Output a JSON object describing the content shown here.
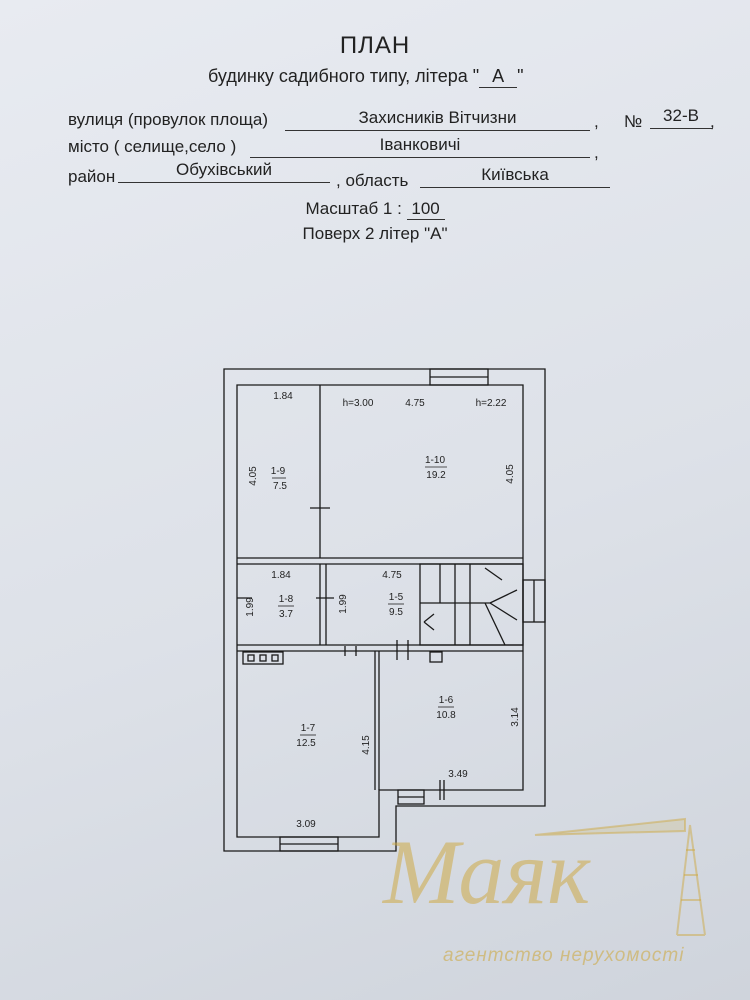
{
  "header": {
    "title": "ПЛАН",
    "subtitle_prefix": "будинку садибного типу,  літера \"",
    "litera": "А",
    "subtitle_suffix": "\""
  },
  "address": {
    "street_label": "вулиця (провулок площа)",
    "street_value": "Захисників Вітчизни",
    "comma1": ",",
    "number_label": "№",
    "number_value": "32-В",
    "comma2": ",",
    "city_label": "місто ( селище,село )",
    "city_value": "Іванковичі",
    "comma3": ",",
    "district_label": "район",
    "district_value": "Обухівський",
    "region_sep": ",  область",
    "region_value": "Київська"
  },
  "scale": {
    "label": "Масштаб  1 :",
    "value": "100"
  },
  "floor_title": "Поверх 2 літер \"А\"",
  "plan": {
    "rooms": [
      {
        "id": "1-9",
        "area": "7.5"
      },
      {
        "id": "1-10",
        "area": "19.2"
      },
      {
        "id": "1-8",
        "area": "3.7"
      },
      {
        "id": "1-5",
        "area": "9.5"
      },
      {
        "id": "1-7",
        "area": "12.5"
      },
      {
        "id": "1-6",
        "area": "10.8"
      }
    ],
    "dimensions": {
      "d_184_top": "1.84",
      "d_h300": "h=3.00",
      "d_475_top": "4.75",
      "d_h222": "h=2.22",
      "d_405_left": "4.05",
      "d_405_right": "4.05",
      "d_184_mid": "1.84",
      "d_475_mid": "4.75",
      "d_199_left": "1.99",
      "d_199_mid": "1.99",
      "d_415": "4.15",
      "d_314": "3.14",
      "d_349": "3.49",
      "d_309": "3.09"
    }
  },
  "watermark": {
    "name": "Маяк",
    "tagline": "агентство нерухомості"
  }
}
